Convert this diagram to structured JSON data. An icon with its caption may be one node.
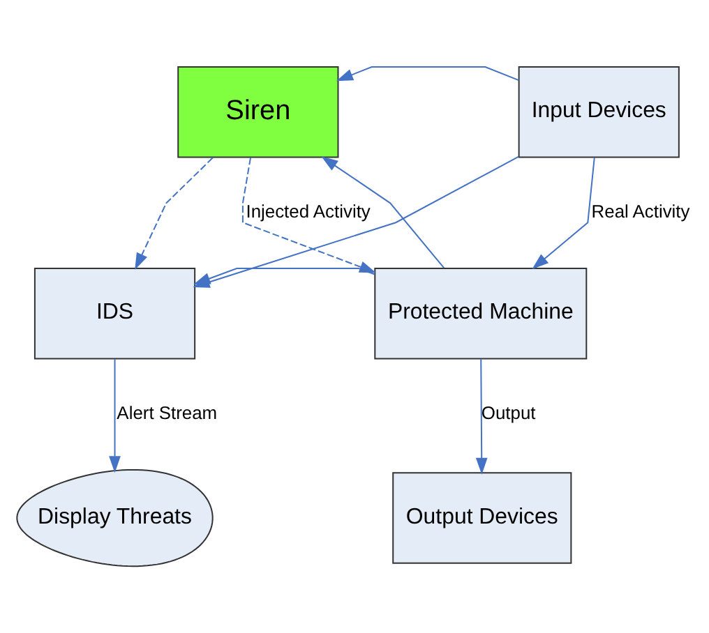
{
  "diagram": {
    "nodes": [
      {
        "text": [
          "Siren"
        ]
      },
      {
        "text": [
          "Input Devices"
        ]
      },
      {
        "text": [
          "IDS"
        ]
      },
      {
        "text": [
          "Protected Machine"
        ]
      },
      {
        "text": [
          "Display Threats"
        ]
      },
      {
        "text": [
          "Output Devices"
        ]
      }
    ],
    "edges": [
      {
        "from": 1,
        "to": 3,
        "arrow": "to",
        "label": "Real Activity"
      },
      {
        "from": 1,
        "to": 0,
        "arrow": "to"
      },
      {
        "from": 1,
        "to": 2,
        "arrow": "to"
      },
      {
        "from": 0,
        "to": 3,
        "arrow": "to",
        "style": "dashed",
        "label": "Injected Activity"
      },
      {
        "from": 0,
        "to": 2,
        "arrow": "to",
        "style": "dashed"
      },
      {
        "from": 3,
        "to": 5,
        "arrow": "to",
        "label": "Output"
      },
      {
        "from": 3,
        "to": 2,
        "arrow": "to"
      },
      {
        "from": 3,
        "to": 0,
        "arrow": "to"
      },
      {
        "from": 2,
        "to": 4,
        "arrow": "to",
        "label": "Alert Stream"
      }
    ]
  }
}
